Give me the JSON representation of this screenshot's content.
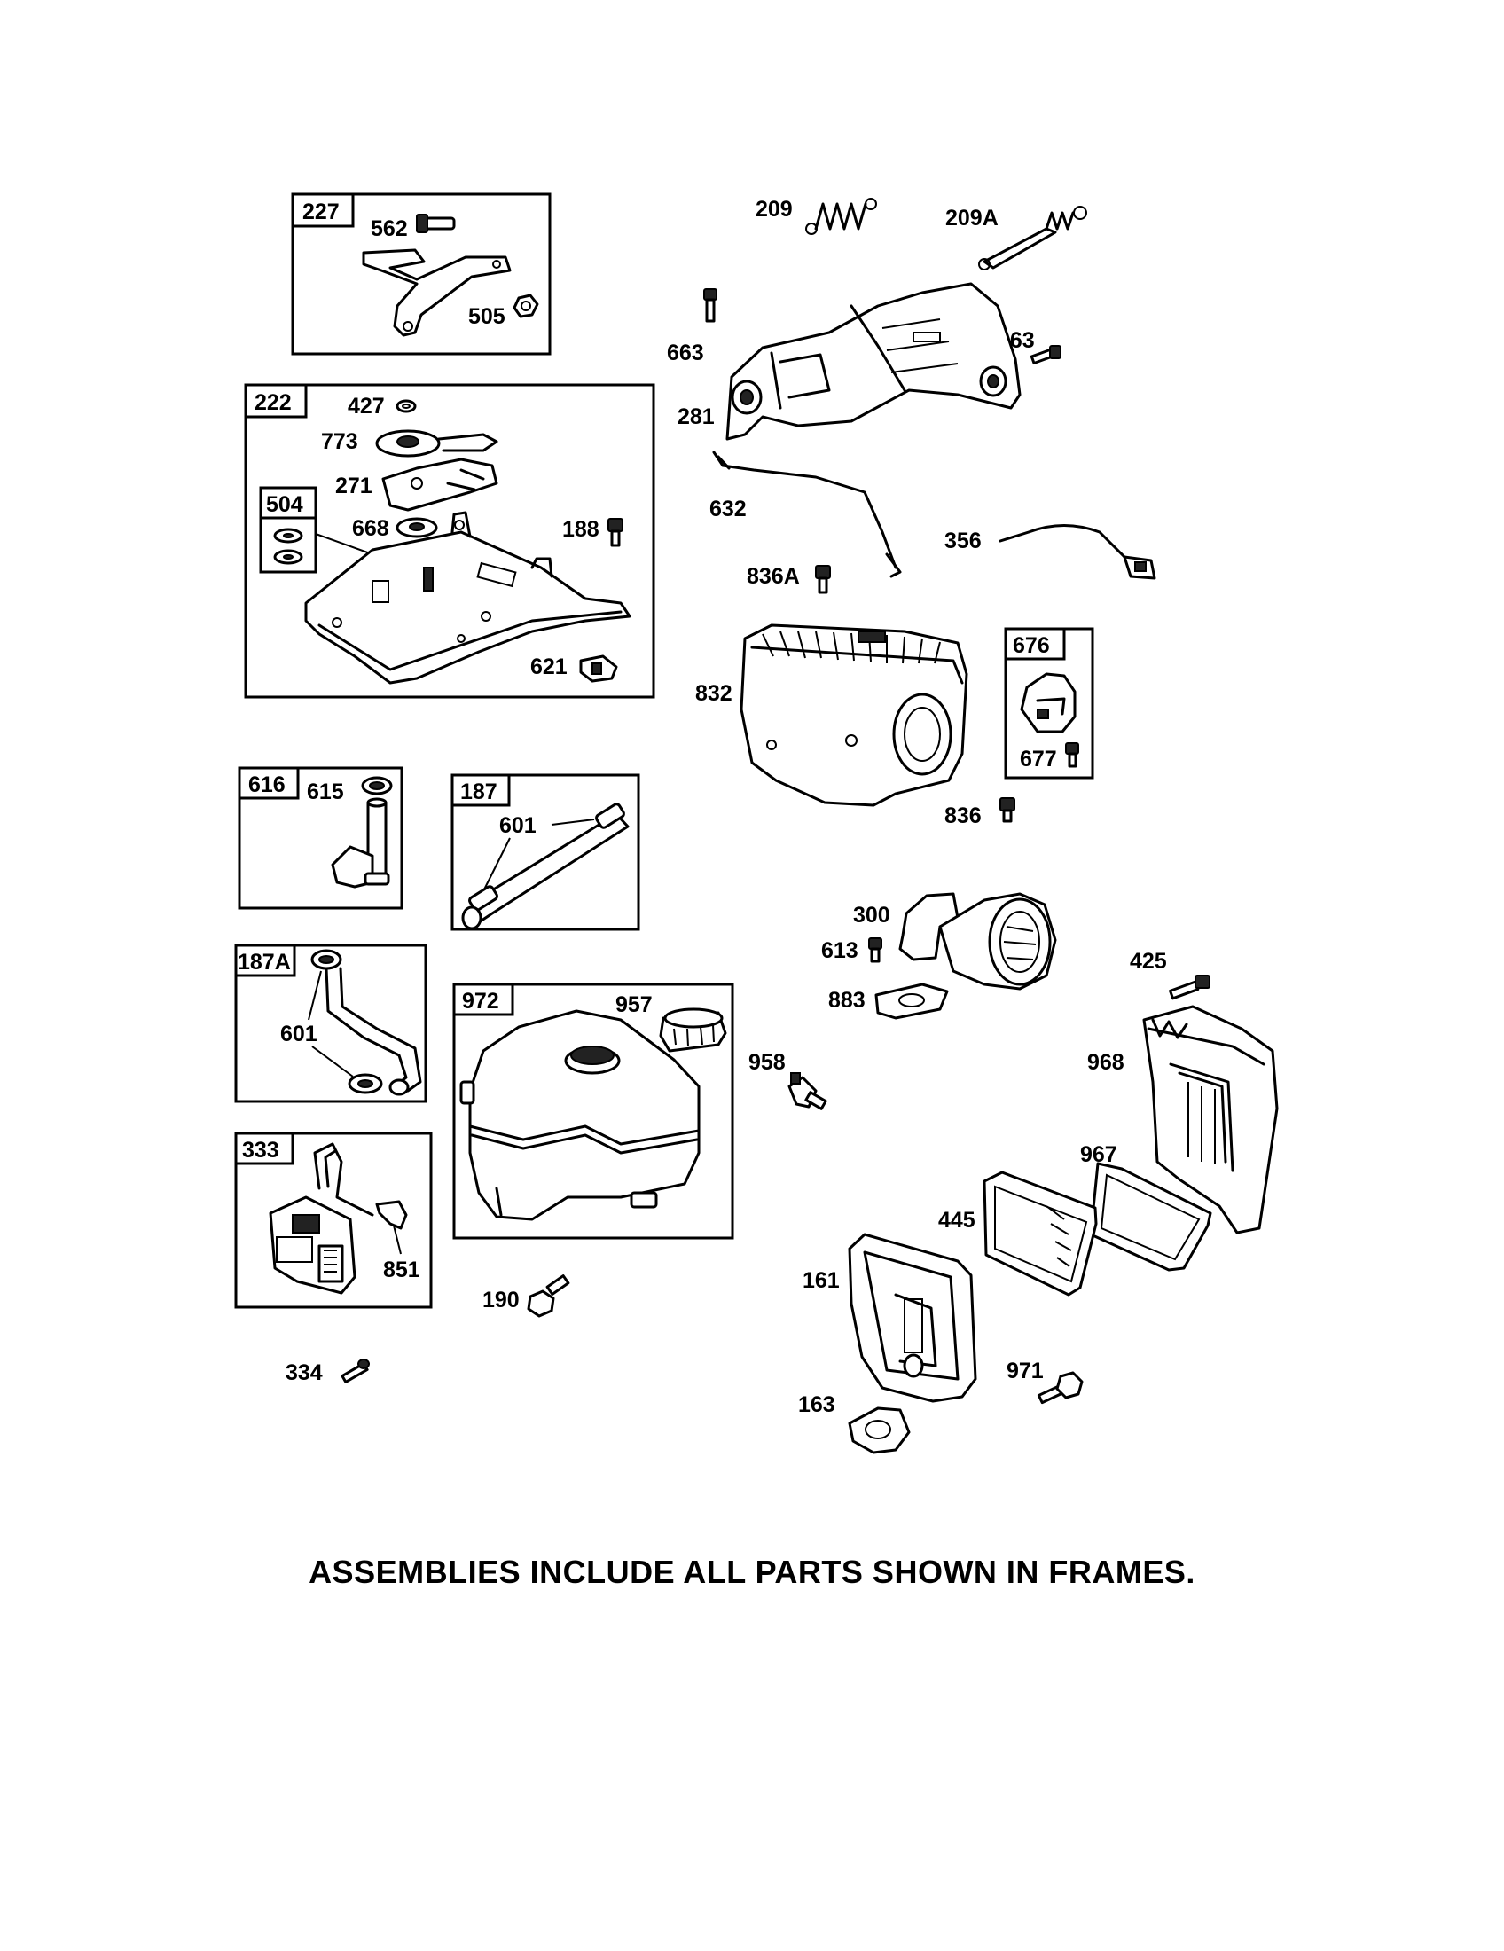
{
  "frames": {
    "f227": "227",
    "f222": "222",
    "f504": "504",
    "f616": "616",
    "f187": "187",
    "f187a": "187A",
    "f972": "972",
    "f333": "333",
    "f676": "676"
  },
  "labels": {
    "p562": "562",
    "p505": "505",
    "p427": "427",
    "p773": "773",
    "p271": "271",
    "p668": "668",
    "p188": "188",
    "p621": "621",
    "p615": "615",
    "p601a": "601",
    "p601b": "601",
    "p957": "957",
    "p851": "851",
    "p190": "190",
    "p334": "334",
    "p209": "209",
    "p209a": "209A",
    "p663a": "663",
    "p663b": "663",
    "p281": "281",
    "p632": "632",
    "p356": "356",
    "p836a": "836A",
    "p832": "832",
    "p677": "677",
    "p836": "836",
    "p300": "300",
    "p613": "613",
    "p883": "883",
    "p425": "425",
    "p958": "958",
    "p968": "968",
    "p967": "967",
    "p445": "445",
    "p161": "161",
    "p971": "971",
    "p163": "163"
  },
  "footer": "ASSEMBLIES INCLUDE ALL PARTS SHOWN IN FRAMES."
}
